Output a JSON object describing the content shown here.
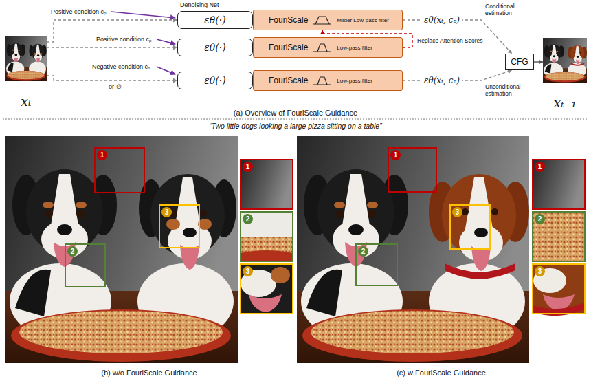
{
  "diagram": {
    "nodes": [
      {
        "text": [
          "xₜ"
        ]
      },
      {
        "text": [
          "εθ(·)"
        ]
      },
      {
        "text": [
          "FouriScale",
          "Milder Low-pass filter"
        ]
      },
      {
        "text": [
          "εθ(·)"
        ]
      },
      {
        "text": [
          "FouriScale",
          "Low-pass filter"
        ]
      },
      {
        "text": [
          "εθ(·)"
        ]
      },
      {
        "text": [
          "FouriScale",
          "Low-pass filter"
        ]
      },
      {
        "text": [
          "CFG"
        ]
      },
      {
        "text": [
          "xₜ₋₁"
        ]
      }
    ],
    "edges": [
      {
        "from": 0,
        "to": 1,
        "arrow": "to"
      },
      {
        "from": 0,
        "to": 3,
        "arrow": "to"
      },
      {
        "from": 0,
        "to": 5,
        "arrow": "to"
      },
      {
        "from": 4,
        "to": 2,
        "arrow": "to",
        "label": "Replace Attention Scores"
      },
      {
        "from": 2,
        "to": 7,
        "arrow": "to",
        "label": "εθ(xₜ, cₚ)"
      },
      {
        "from": 6,
        "to": 7,
        "arrow": "to",
        "label": "εθ(xₜ, cₙ)"
      },
      {
        "from": 7,
        "to": 8,
        "arrow": "to"
      }
    ],
    "labels": [
      "Denoising Net",
      "Positive condition cₚ",
      "Positive condition cₚ",
      "Negative condition cₙ",
      "or ∅",
      "Conditional estimation",
      "Unconditional estimation",
      "(a) Overview of FouriScale Guidance",
      "“Two little dogs looking a large pizza sitting on a table”",
      "1",
      "2",
      "3",
      "1",
      "2",
      "3",
      "1",
      "2",
      "3",
      "1",
      "2",
      "3",
      "(b) w/o FouriScale Guidance",
      "(c) w FouriScale Guidance"
    ]
  }
}
